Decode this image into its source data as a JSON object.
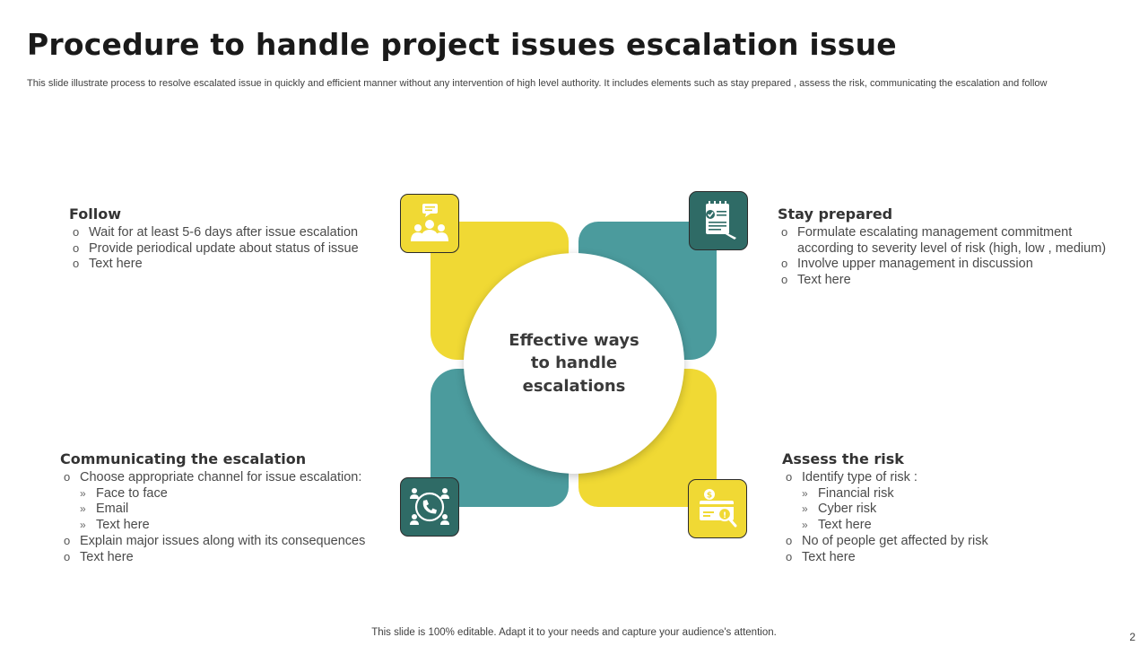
{
  "title": "Procedure to handle project issues escalation issue",
  "subtitle": "This slide illustrate process to resolve escalated issue in quickly and efficient manner without any intervention of high level authority. It includes elements such as stay prepared , assess the risk, communicating the escalation and follow",
  "center_text": "Effective ways\nto handle\nescalations",
  "follow": {
    "heading": "Follow",
    "items": [
      "Wait for at least 5-6 days after issue escalation",
      "Provide periodical update about status of issue",
      "Text here"
    ]
  },
  "stay_prepared": {
    "heading": "Stay prepared",
    "items": [
      "Formulate escalating management commitment according to severity level of risk (high, low , medium)",
      "Involve upper management in discussion",
      "Text here"
    ]
  },
  "communicating": {
    "heading": "Communicating the escalation",
    "item1": "Choose appropriate channel for issue escalation:",
    "subitems": [
      "Face to face",
      "Email",
      "Text here"
    ],
    "item2": "Explain major issues along with its consequences",
    "item3": "Text here"
  },
  "assess": {
    "heading": "Assess the risk",
    "item1": "Identify type of risk :",
    "subitems": [
      "Financial risk",
      "Cyber risk",
      "Text here"
    ],
    "item2": "No of people get affected by risk",
    "item3": "Text here"
  },
  "icons": {
    "follow": "team-chat-icon",
    "stay_prepared": "checklist-document-icon",
    "communicating": "phone-network-icon",
    "assess": "payment-card-search-icon"
  },
  "colors": {
    "yellow": "#f0d934",
    "teal": "#4b9b9d",
    "dark_teal": "#2f6b66"
  },
  "footer": "This slide is 100% editable. Adapt it to your needs and capture your audience's attention.",
  "page_number": "2"
}
